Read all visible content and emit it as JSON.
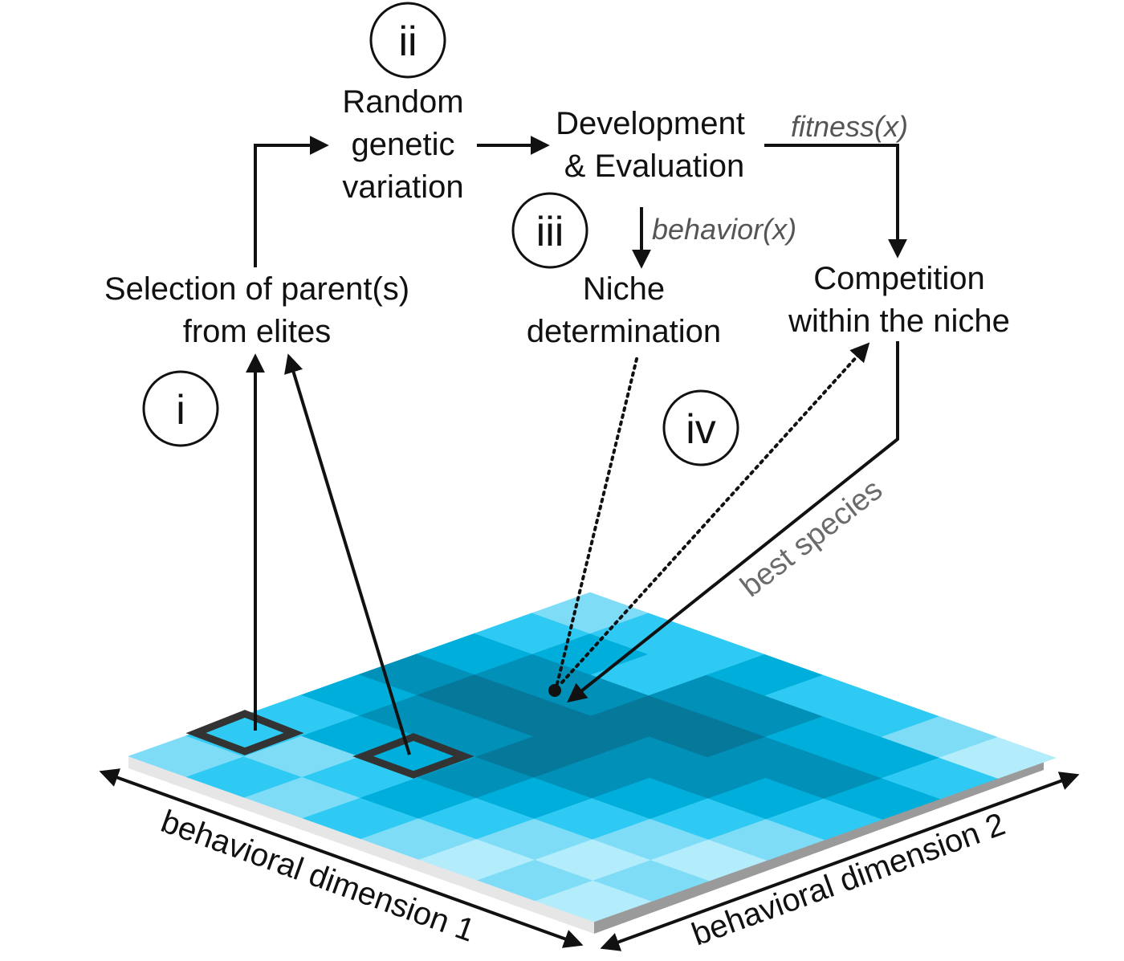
{
  "steps": {
    "i": "i",
    "ii": "ii",
    "iii": "iii",
    "iv": "iv"
  },
  "labels": {
    "selection_line1": "Selection of parent(s)",
    "selection_line2": "from elites",
    "variation_line1": "Random",
    "variation_line2": "genetic",
    "variation_line3": "variation",
    "development_line1": "Development",
    "development_line2": "& Evaluation",
    "niche_line1": "Niche",
    "niche_line2": "determination",
    "competition_line1": "Competition",
    "competition_line2": "within the niche"
  },
  "edge_labels": {
    "fitness": "fitness(x)",
    "behavior": "behavior(x)",
    "best_species": "best species"
  },
  "axes": {
    "dim1": "behavioral dimension 1",
    "dim2": "behavioral dimension 2"
  },
  "grid": {
    "rows": 8,
    "cols": 8,
    "shade_palette": [
      "#b3ecfb",
      "#7fdcf7",
      "#2fcaf3",
      "#00aedb",
      "#0090b8",
      "#06789a"
    ],
    "shades": [
      [
        1,
        2,
        2,
        3,
        4,
        3,
        2,
        1
      ],
      [
        2,
        1,
        3,
        4,
        5,
        4,
        3,
        2
      ],
      [
        1,
        2,
        3,
        4,
        5,
        4,
        2,
        2
      ],
      [
        2,
        3,
        4,
        5,
        5,
        5,
        4,
        3
      ],
      [
        1,
        2,
        3,
        4,
        4,
        5,
        4,
        2
      ],
      [
        0,
        1,
        2,
        3,
        4,
        4,
        3,
        2
      ],
      [
        1,
        0,
        1,
        2,
        3,
        4,
        3,
        1
      ],
      [
        0,
        1,
        0,
        1,
        2,
        3,
        2,
        0
      ]
    ]
  }
}
